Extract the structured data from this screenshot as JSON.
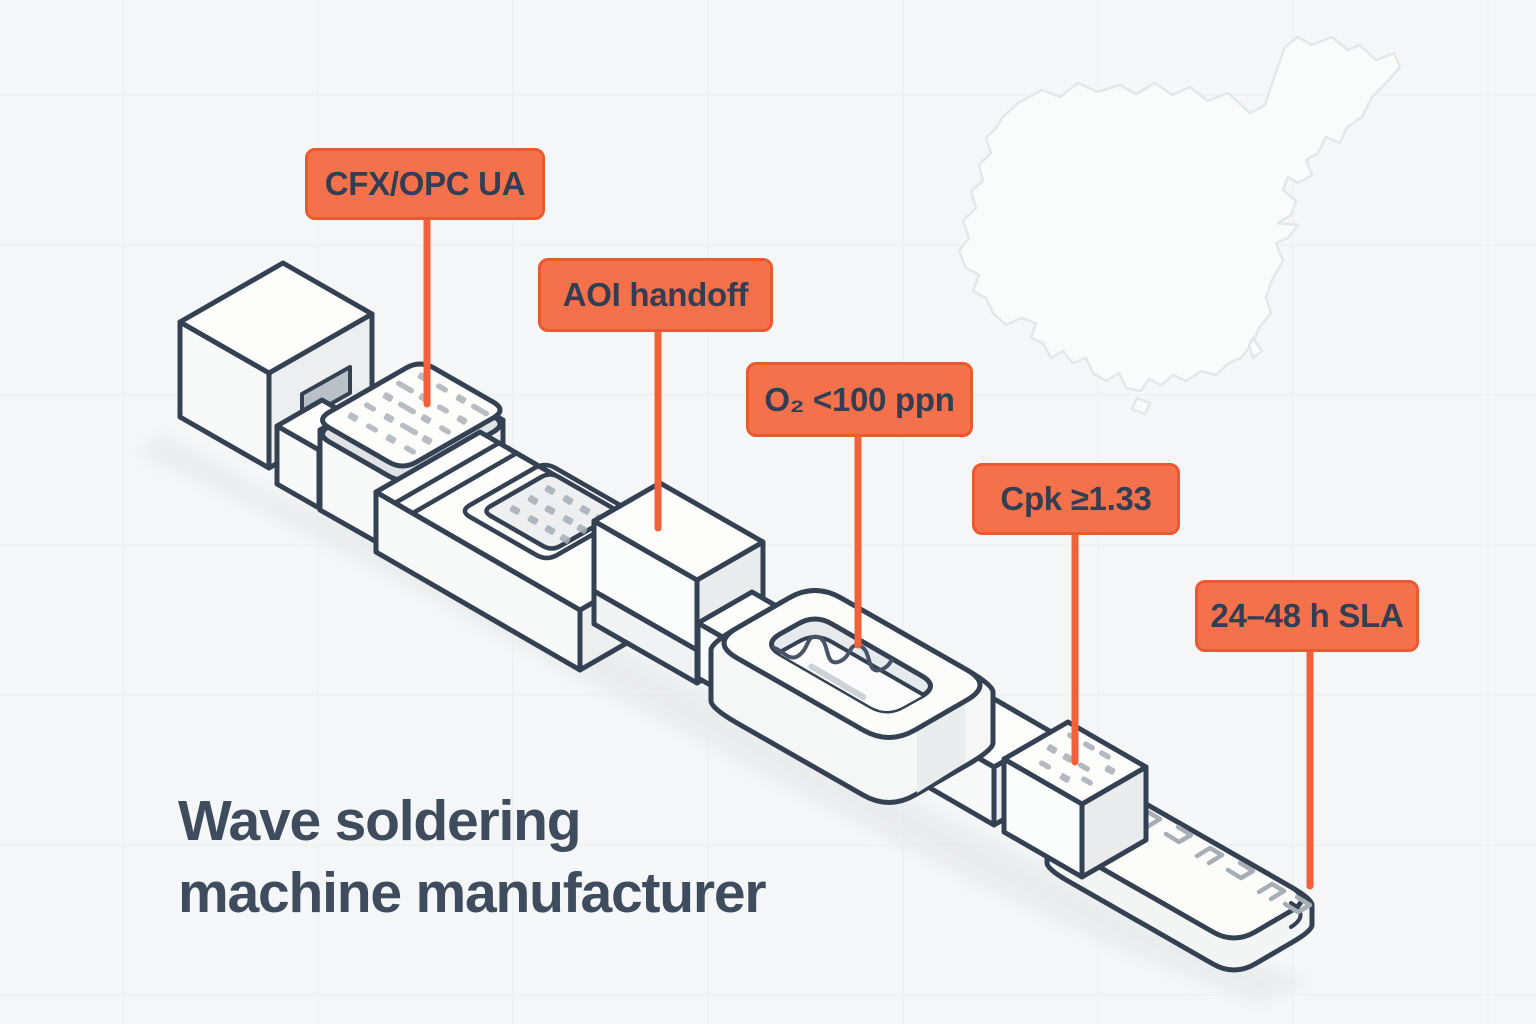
{
  "scene": {
    "type": "isometric-production-line-diagram",
    "subject": "Wave soldering machine production line",
    "background_motif": "china-map-outline"
  },
  "title": {
    "line1": "Wave soldering",
    "line2": "machine manufacturer"
  },
  "callouts": [
    {
      "id": "cfx-opc-ua",
      "label": "CFX/OPC UA",
      "target": "board-infeed-module"
    },
    {
      "id": "aoi-handoff",
      "label": "AOI handoff",
      "target": "aoi-inspection-cube"
    },
    {
      "id": "oxygen-level",
      "label": "O₂ <100 ppn",
      "target": "wave-solder-bath"
    },
    {
      "id": "cpk-capability",
      "label": "Cpk ≥1.33",
      "target": "spc-test-module"
    },
    {
      "id": "service-sla",
      "label": "24–48 h SLA",
      "target": "exit-conveyor"
    }
  ],
  "colors": {
    "background": "#f5f6f7",
    "accent_orange": "#f2613b",
    "callout_fill": "#f4714c",
    "callout_border": "#e95a31",
    "callout_text": "#333e52",
    "title_text": "#3e4c5e",
    "outline_ink": "#334152",
    "map_outline": "#e4e7e9"
  }
}
